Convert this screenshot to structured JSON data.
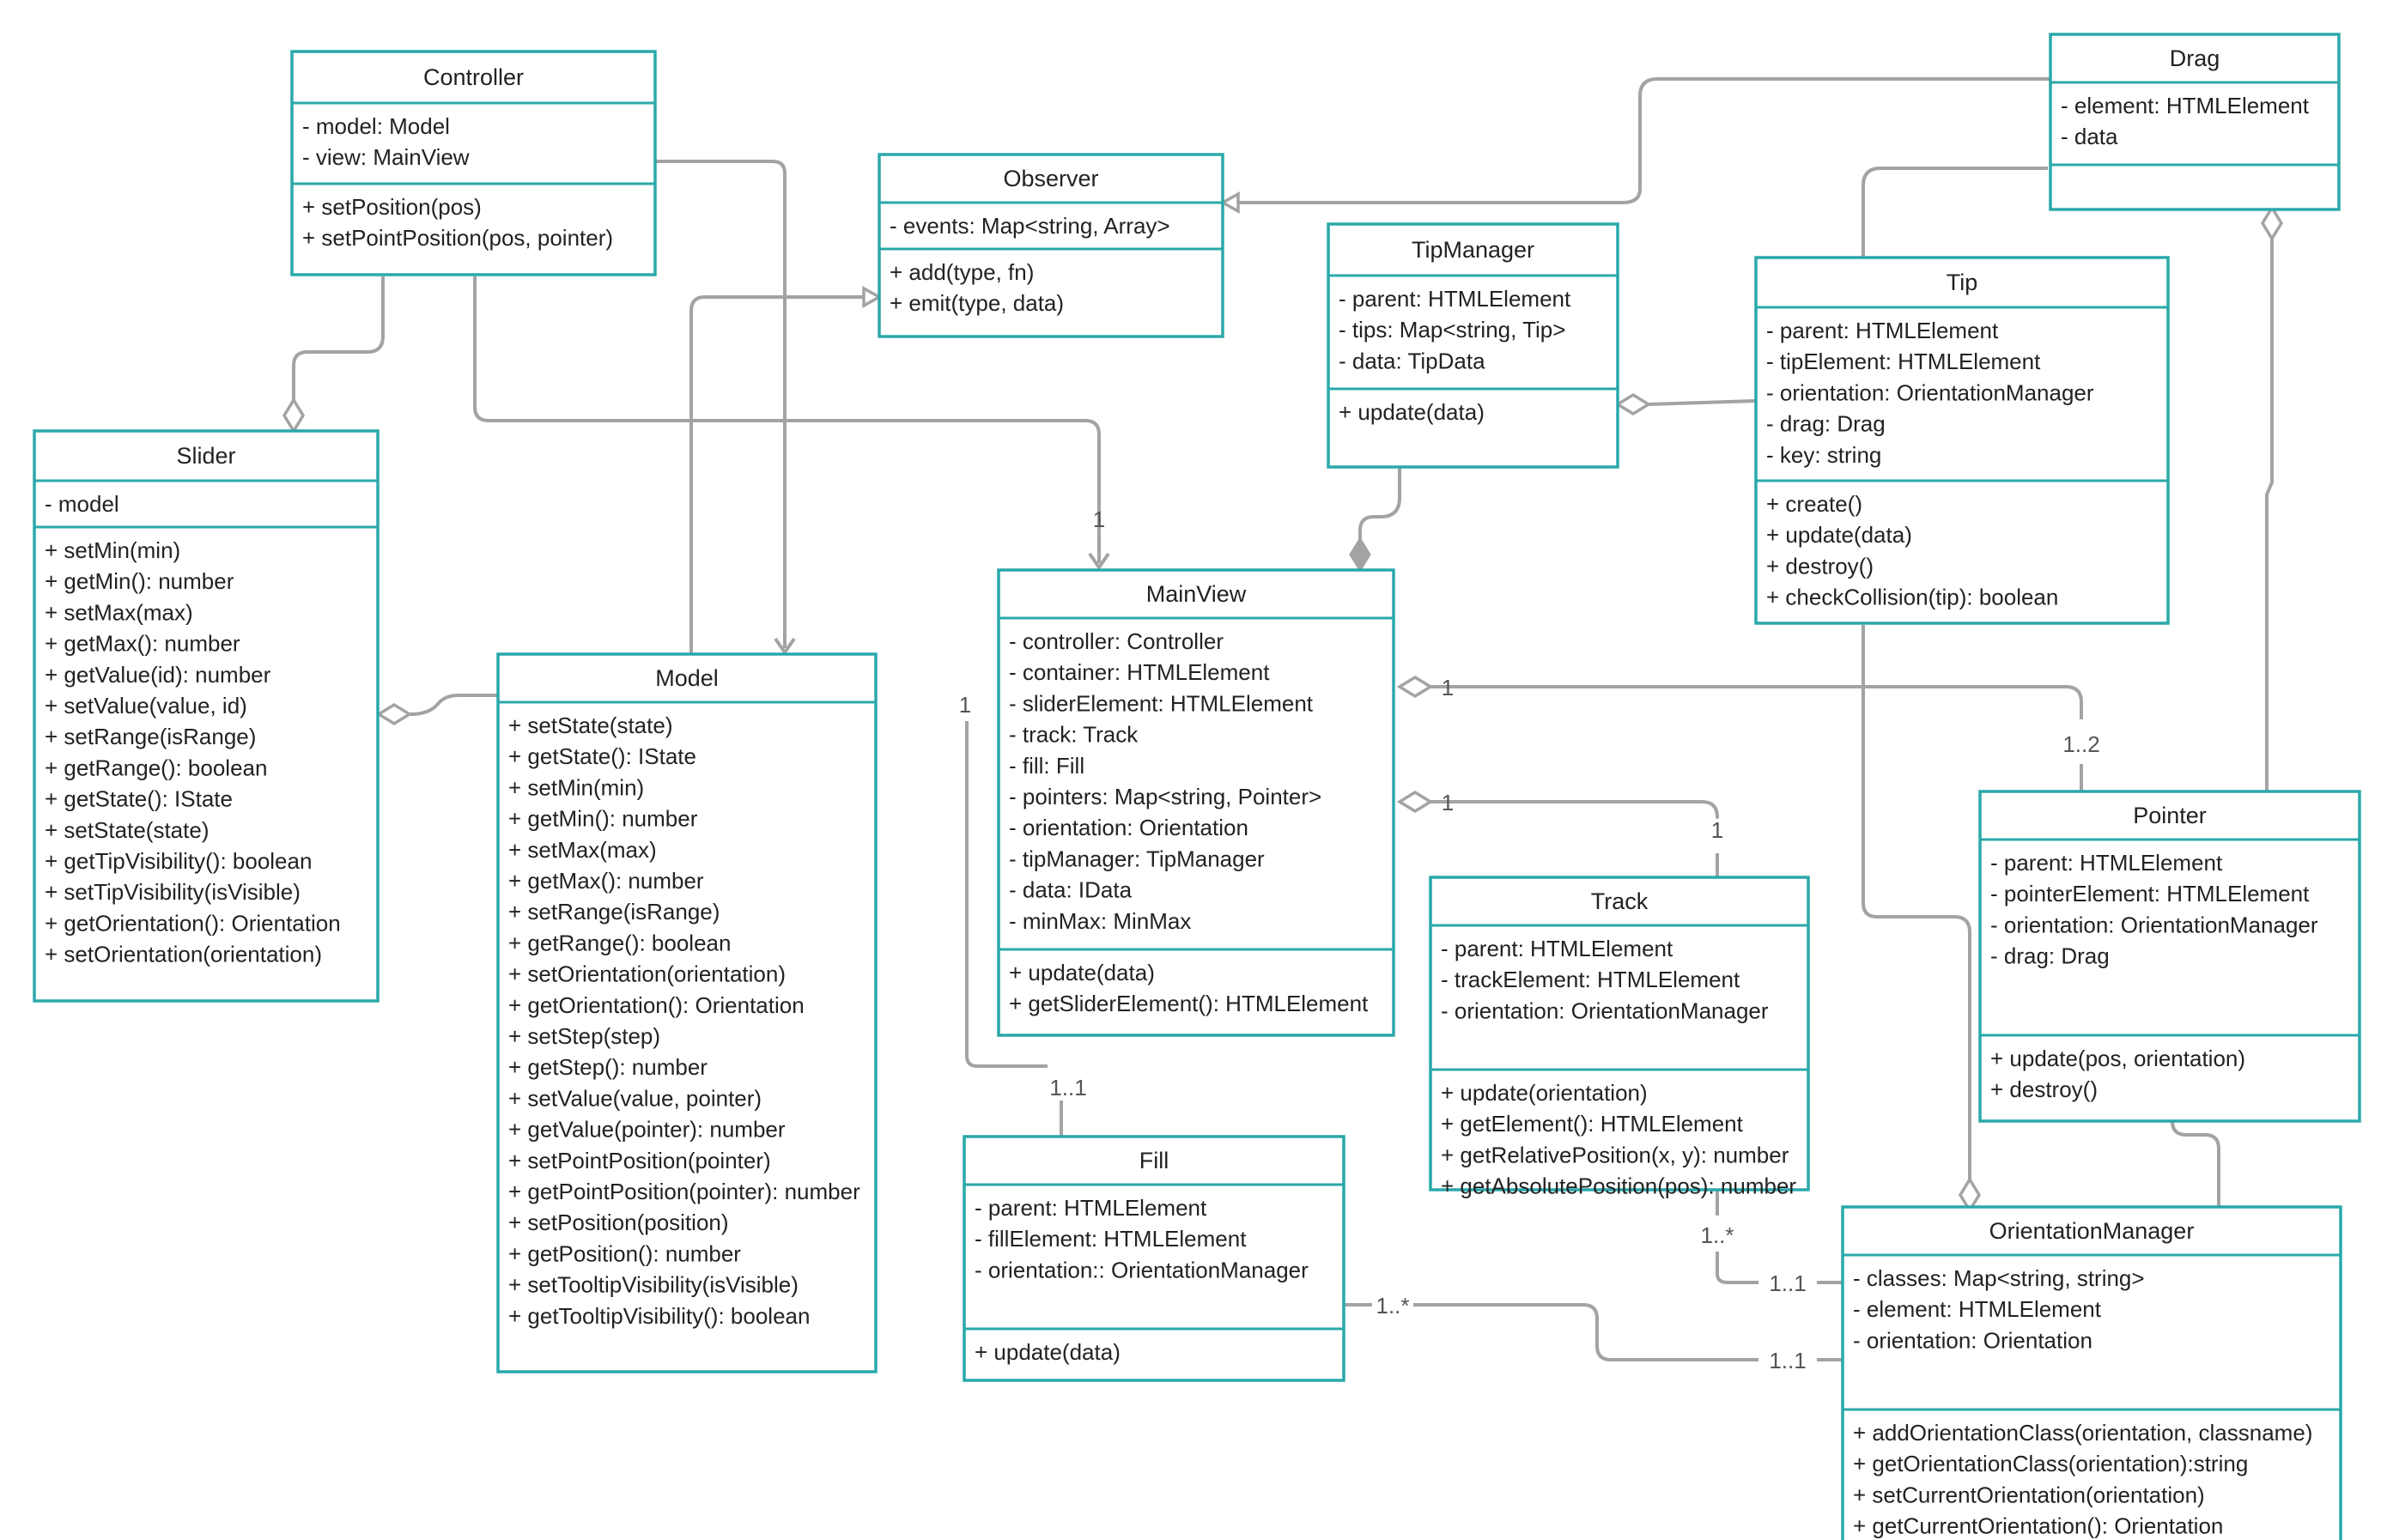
{
  "classes": {
    "controller": {
      "name": "Controller",
      "attributes": [
        "- model: Model",
        "- view: MainView"
      ],
      "methods": [
        "+ setPosition(pos)",
        "+ setPointPosition(pos, pointer)"
      ]
    },
    "observer": {
      "name": "Observer",
      "attributes": [
        "-  events: Map<string, Array>"
      ],
      "methods": [
        "+ add(type, fn)",
        "+ emit(type, data)"
      ]
    },
    "drag": {
      "name": "Drag",
      "attributes": [
        "- element: HTMLElement",
        "- data"
      ],
      "methods": []
    },
    "tipmanager": {
      "name": "TipManager",
      "attributes": [
        "- parent: HTMLElement",
        "- tips: Map<string, Tip>",
        "- data: TipData"
      ],
      "methods": [
        "+ update(data)"
      ]
    },
    "tip": {
      "name": "Tip",
      "attributes": [
        "- parent: HTMLElement",
        "- tipElement: HTMLElement",
        "- orientation: OrientationManager",
        "- drag: Drag",
        "- key: string"
      ],
      "methods": [
        "+ create()",
        "+ update(data)",
        "+ destroy()",
        "+ checkCollision(tip): boolean"
      ]
    },
    "slider": {
      "name": "Slider",
      "attributes": [
        "- model"
      ],
      "methods": [
        "+ setMin(min)",
        "+ getMin(): number",
        "+ setMax(max)",
        "+ getMax(): number",
        "+ getValue(id): number",
        "+ setValue(value, id)",
        "+ setRange(isRange)",
        "+ getRange(): boolean",
        "+ getState(): IState",
        "+ setState(state)",
        "+ getTipVisibility(): boolean",
        "+ setTipVisibility(isVisible)",
        "+ getOrientation(): Orientation",
        "+ setOrientation(orientation)"
      ]
    },
    "model": {
      "name": "Model",
      "attributes": [],
      "methods": [
        "+ setState(state)",
        "+ getState(): IState",
        "+ setMin(min)",
        "+ getMin(): number",
        "+ setMax(max)",
        "+ getMax(): number",
        "+ setRange(isRange)",
        "+ getRange(): boolean",
        "+ setOrientation(orientation)",
        "+ getOrientation(): Orientation",
        "+ setStep(step)",
        "+ getStep(): number",
        "+ setValue(value, pointer)",
        "+ getValue(pointer): number",
        "+ setPointPosition(pointer)",
        "+ getPointPosition(pointer): number",
        "+ setPosition(position)",
        "+ getPosition(): number",
        "+ setTooltipVisibility(isVisible)",
        "+ getTooltipVisibility(): boolean"
      ]
    },
    "mainview": {
      "name": "MainView",
      "attributes": [
        "- controller: Controller",
        "- container: HTMLElement",
        "- sliderElement: HTMLElement",
        "- track: Track",
        "- fill: Fill",
        "- pointers: Map<string, Pointer>",
        "- orientation: Orientation",
        "- tipManager: TipManager",
        "- data: IData",
        "- minMax: MinMax"
      ],
      "methods": [
        "+ update(data)",
        "+ getSliderElement(): HTMLElement"
      ]
    },
    "pointer": {
      "name": "Pointer",
      "attributes": [
        "- parent: HTMLElement",
        "- pointerElement: HTMLElement",
        "- orientation: OrientationManager",
        "- drag: Drag"
      ],
      "methods": [
        "+ update(pos, orientation)",
        "+ destroy()"
      ]
    },
    "track": {
      "name": "Track",
      "attributes": [
        "- parent: HTMLElement",
        "- trackElement: HTMLElement",
        "- orientation: OrientationManager"
      ],
      "methods": [
        "+ update(orientation)",
        "+ getElement(): HTMLElement",
        "+ getRelativePosition(x, y): number",
        "+ getAbsolutePosition(pos): number"
      ]
    },
    "fill": {
      "name": "Fill",
      "attributes": [
        "- parent: HTMLElement",
        "- fillElement: HTMLElement",
        "- orientation:: OrientationManager"
      ],
      "methods": [
        "+ update(data)"
      ]
    },
    "orientationmanager": {
      "name": "OrientationManager",
      "attributes": [
        "- classes: Map<string, string>",
        "- element: HTMLElement",
        "- orientation: Orientation"
      ],
      "methods": [
        "+ addOrientationClass(orientation, classname)",
        "+ getOrientationClass(orientation):string",
        "+ setCurrentOrientation(orientation)",
        "+ getCurrentOrientation(): Orientation"
      ]
    }
  },
  "multiplicities": {
    "controller_mainview": "1",
    "mainview_fill_view": "1",
    "mainview_fill_fill": "1..1",
    "mainview_pointer_view": "1",
    "mainview_pointer_pointer": "1..2",
    "mainview_track_view": "1",
    "mainview_track_track": "1",
    "track_om_track": "1..*",
    "track_om_om": "1..1",
    "fill_om_fill": "1..*",
    "fill_om_om": "1..1"
  }
}
